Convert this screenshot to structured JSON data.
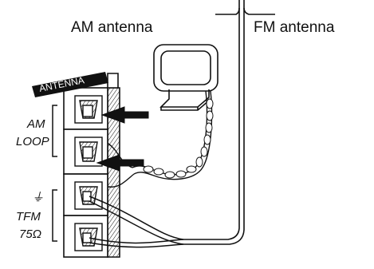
{
  "labels": {
    "am_antenna": "AM antenna",
    "fm_antenna": "FM antenna",
    "antenna_tag": "ANTENNA",
    "am": "AM",
    "loop": "LOOP",
    "ground_symbol": "⏚",
    "fm": "TFM",
    "impedance": "75Ω"
  },
  "colors": {
    "line": "#111111",
    "tag_background": "#111111",
    "background": "#ffffff"
  },
  "icons": [
    "ground-symbol",
    "insert-arrow-icon"
  ]
}
